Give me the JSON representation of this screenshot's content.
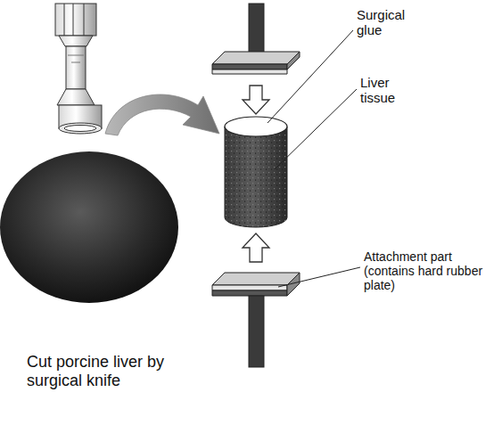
{
  "diagram": {
    "labels": [
      "Surgical glue",
      "Liver tissue",
      "Attachment part (contains hard rubber plate)",
      "Cut porcine liver by surgical knife"
    ]
  }
}
